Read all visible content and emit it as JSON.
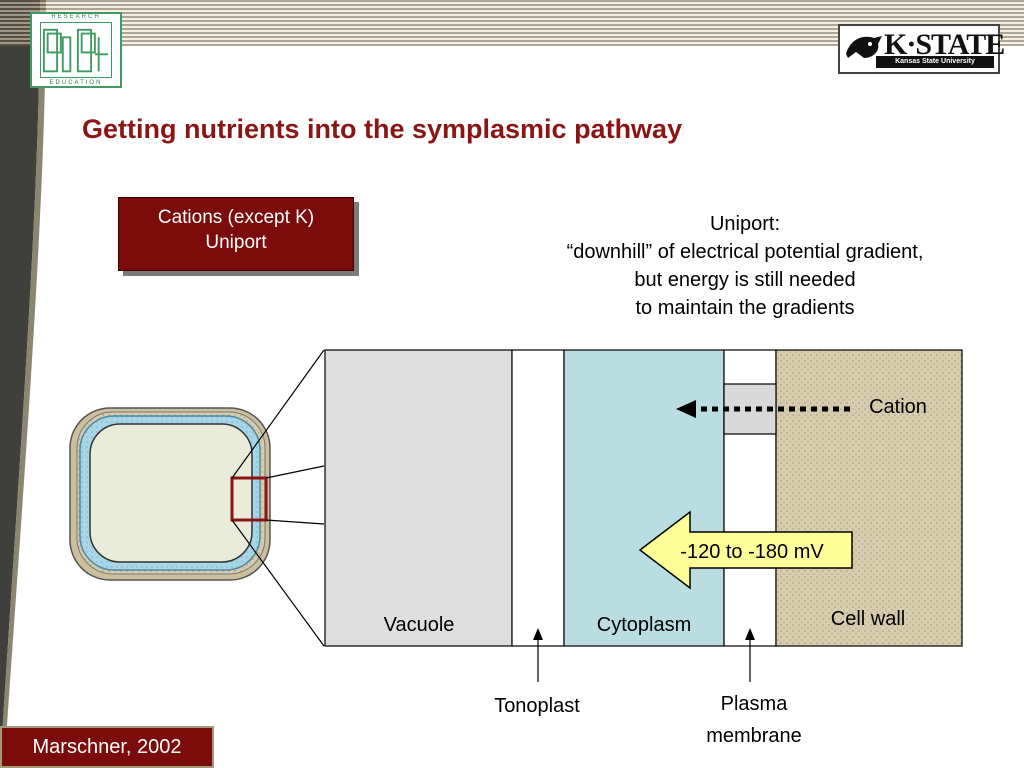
{
  "title": "Getting nutrients into the symplasmic pathway",
  "cation_box": {
    "line1": "Cations (except K)",
    "line2": "Uniport"
  },
  "uniport_description": {
    "line1": "Uniport:",
    "line2": "“downhill” of electrical potential gradient,",
    "line3": "but energy is still needed",
    "line4": "to maintain the gradients"
  },
  "diagram": {
    "vacuole": "Vacuole",
    "cytoplasm": "Cytoplasm",
    "cell_wall": "Cell wall",
    "cation": "Cation",
    "potential": "-120 to -180 mV",
    "tonoplast": "Tonoplast",
    "plasma_line1": "Plasma",
    "plasma_line2": "membrane"
  },
  "credit": "Marschner, 2002",
  "logos": {
    "ppi_top": "RESEARCH",
    "ppi_bottom": "EDUCATION",
    "kstate_word": "K·STATE",
    "kstate_sub": "Kansas State University"
  },
  "colors": {
    "title": "#8b1414",
    "box": "#7c0b0b",
    "vacuole": "#dedede",
    "cytoplasm": "#b9dde0",
    "cell_wall": "#d8ccae",
    "arrow_fill": "#ffff99"
  },
  "icons": [
    "ppi-logo-icon",
    "kstate-wildcat-icon",
    "plant-cell-icon"
  ]
}
